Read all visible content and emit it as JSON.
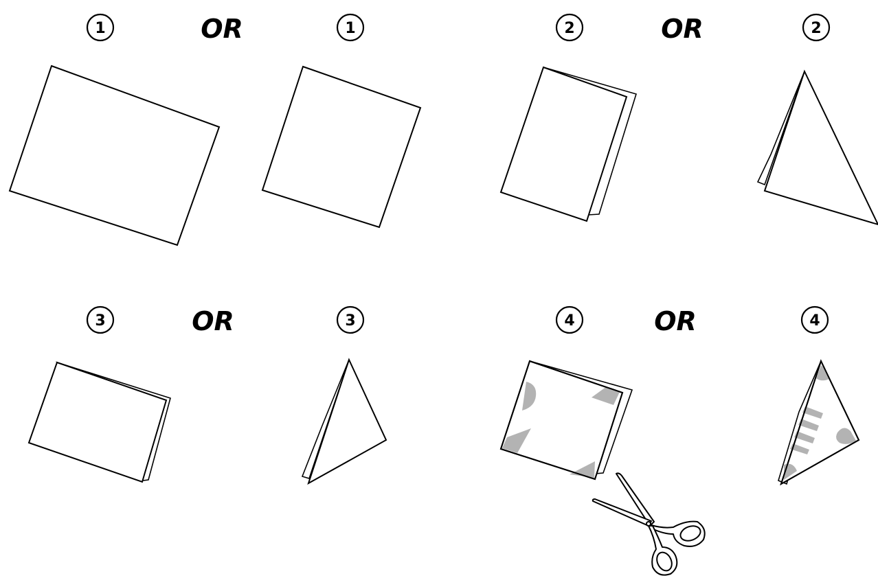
{
  "rows": [
    {
      "row": 1,
      "option_a": {
        "step": "1"
      },
      "separator": "OR",
      "option_b": {
        "step": "1"
      }
    },
    {
      "row": 1,
      "option_a": {
        "step": "2"
      },
      "separator": "OR",
      "option_b": {
        "step": "2"
      }
    },
    {
      "row": 2,
      "option_a": {
        "step": "3"
      },
      "separator": "OR",
      "option_b": {
        "step": "3"
      }
    },
    {
      "row": 2,
      "option_a": {
        "step": "4"
      },
      "separator": "OR",
      "option_b": {
        "step": "4"
      }
    }
  ],
  "colors": {
    "line": "#000000",
    "paper": "#ffffff",
    "cutout": "#b3b3b3"
  },
  "icons": [
    "circled-number",
    "scissors-icon"
  ]
}
